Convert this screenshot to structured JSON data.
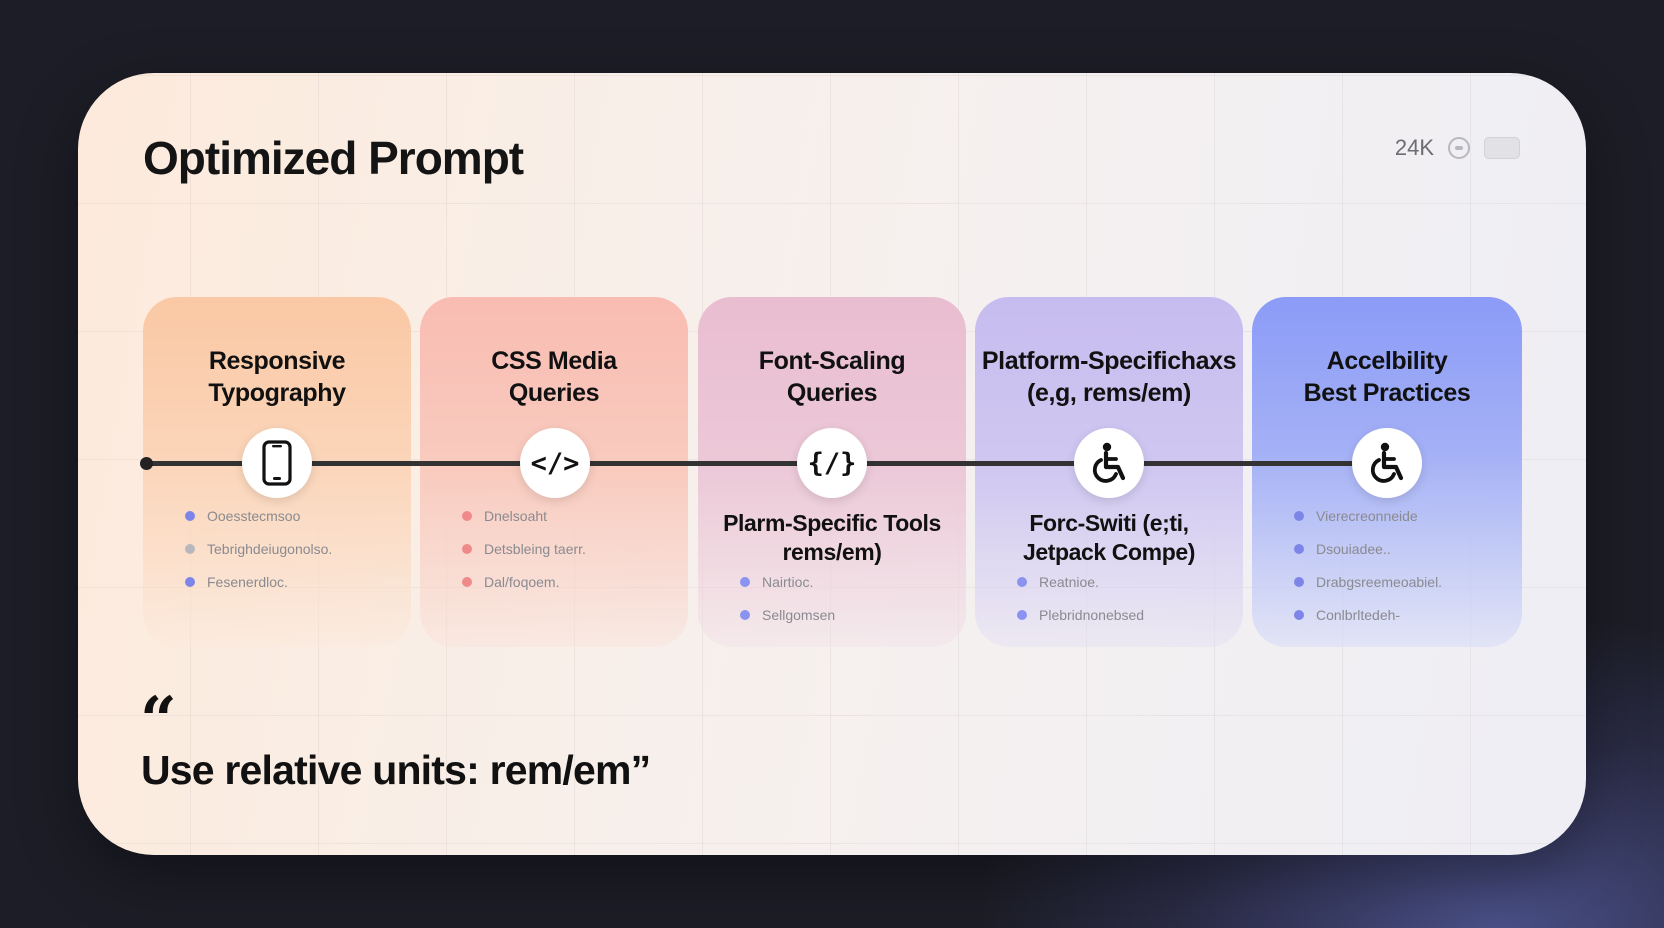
{
  "title": "Optimized Prompt",
  "toolbar": {
    "count": "24K"
  },
  "stages": [
    {
      "title": "Responsive Typography",
      "title_lines": [
        "Responsive",
        "Typography"
      ],
      "icon": "smartphone-icon",
      "subtitle_lines": [],
      "bullets": [
        "Ooesstecmsoo",
        "Tebrighdeiugonolso.",
        "Fesenerdloc."
      ],
      "bullet_colors": [
        "#7d86e8",
        "#b8b8bc",
        "#7d86e8"
      ]
    },
    {
      "title": "CSS Media Queries",
      "title_lines": [
        "CSS Media",
        "Queries"
      ],
      "icon": "code-icon",
      "icon_glyph": "</>",
      "subtitle_lines": [],
      "bullets": [
        "Dnelsoaht",
        "Detsbleing taerr.",
        "Dal/foqoem."
      ],
      "bullet_colors": [
        "#f08a8a",
        "#f08a8a",
        "#f08a8a"
      ]
    },
    {
      "title": "Font-Scaling Queries",
      "title_lines": [
        "Font-Scaling",
        "Queries"
      ],
      "icon": "curly-braces-icon",
      "icon_glyph": "{/}",
      "subtitle_lines": [
        "Plarm-Specific Tools",
        "rems/em)"
      ],
      "bullets": [
        "Nairtioc.",
        "Sellgomsen"
      ],
      "bullet_colors": [
        "#8b93f0",
        "#8b93f0"
      ]
    },
    {
      "title": "Platform-Specifichaxs (e,g, rems/em)",
      "title_lines": [
        "Platform-Specifichaxs",
        "(e,g, rems/em)"
      ],
      "icon": "wheelchair-icon",
      "subtitle_lines": [
        "Forc-Switi (e;ti,",
        "Jetpack Compe)"
      ],
      "bullets": [
        "Reatnioe.",
        "Plebridnonebsed"
      ],
      "bullet_colors": [
        "#8b93f0",
        "#8b93f0"
      ]
    },
    {
      "title": "Accelbility Best Practices",
      "title_lines": [
        "Accelbility",
        "Best Practices"
      ],
      "icon": "wheelchair-icon",
      "subtitle_lines": [],
      "bullets": [
        "Vierecreonneide",
        "Dsouiadee..",
        "Drabgsreemeoabiel.",
        "Conlbrltedeh-"
      ],
      "bullet_colors": [
        "#7d86e8",
        "#7d86e8",
        "#7d86e8",
        "#7d86e8"
      ]
    }
  ],
  "quote": {
    "mark": "“",
    "text": "Use relative units: rem/em”"
  }
}
